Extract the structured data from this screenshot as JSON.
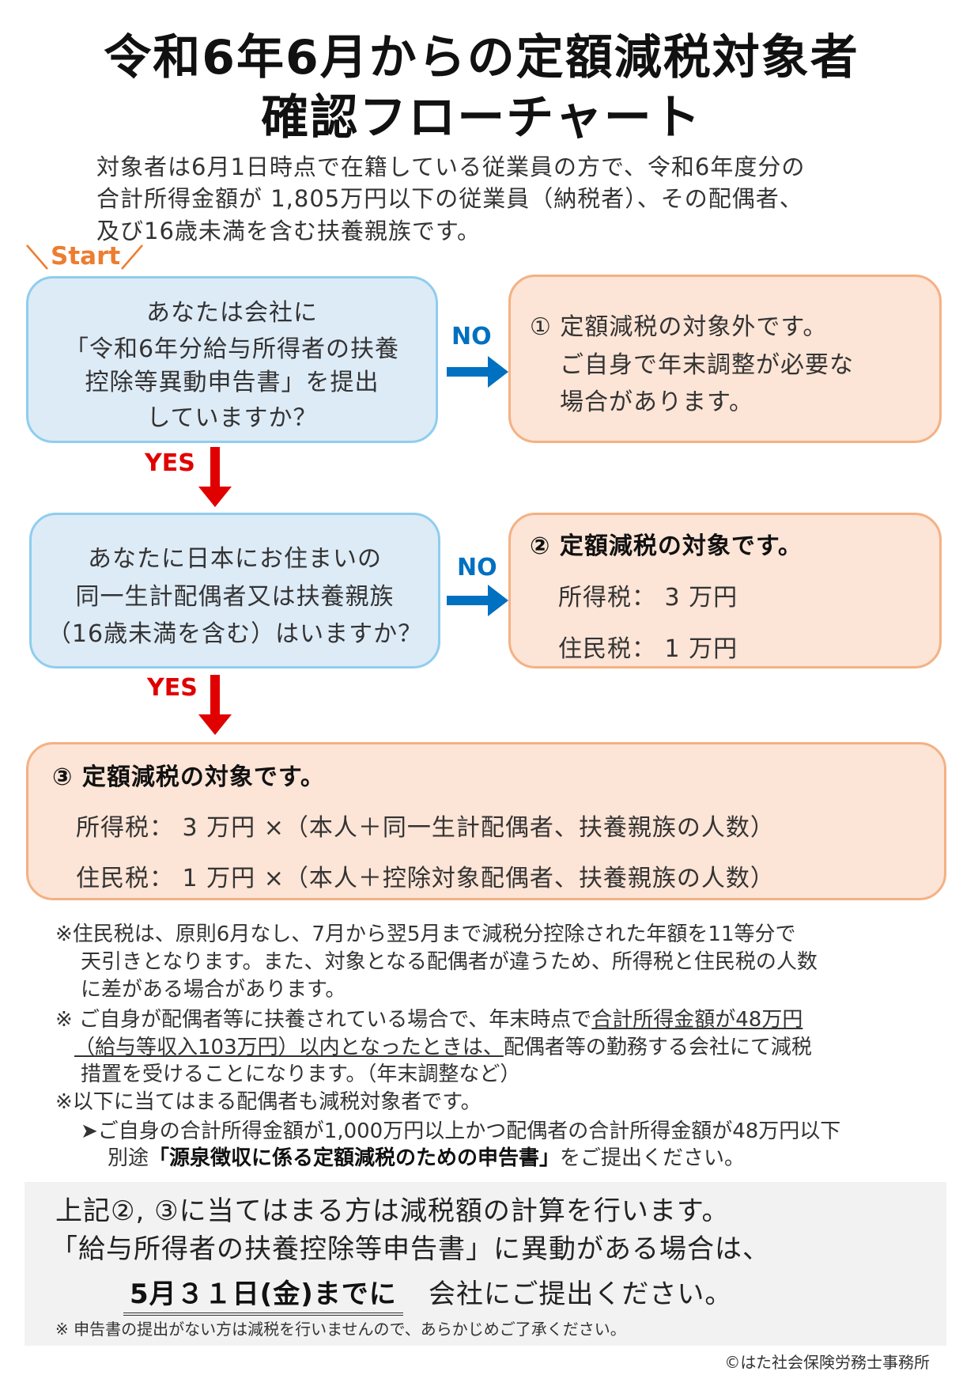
{
  "title": {
    "line1": "令和6年6月からの定額減税対象者",
    "line2": "確認フローチャート"
  },
  "intro": [
    "対象者は6月1日時点で在籍している従業員の方で、令和6年度分の",
    "合計所得金額が 1,805万円以下の従業員（納税者）、その配偶者、",
    "及び16歳未満を含む扶養親族です。"
  ],
  "start_label": "Start",
  "q1": [
    "あなたは会社に",
    "「令和6年分給与所得者の扶養",
    "控除等異動申告書」を提出",
    "していますか？"
  ],
  "q2": [
    "あなたに日本にお住まいの",
    "同一生計配偶者又は扶養親族",
    "（16歳未満を含む）はいますか？"
  ],
  "no_label": "NO",
  "yes_label": "YES",
  "r1": [
    "① 定額減税の対象外です。",
    "ご自身で年末調整が必要な",
    "場合があります。"
  ],
  "r2": {
    "title": "② 定額減税の対象です。",
    "income": "所得税： 3 万円",
    "resident": "住民税： 1 万円"
  },
  "r3": {
    "title": "③ 定額減税の対象です。",
    "income": "所得税： 3 万円 ×（本人＋同一生計配偶者、扶養親族の人数）",
    "resident": "住民税： 1 万円 ×（本人＋控除対象配偶者、扶養親族の人数）"
  },
  "notes": {
    "n1": [
      "※住民税は、原則6月なし、7月から翌5月まで減税分控除された年額を11等分で",
      "天引きとなります。また、対象となる配偶者が違うため、所得税と住民税の人数",
      "に差がある場合があります。"
    ],
    "n2a": "※ ご自身が配偶者等に扶養されている場合で、年末時点で",
    "n2u1": "合計所得金額が48万円",
    "n2u2": "（給与等収入103万円）以内となったときは、",
    "n2b": "配偶者等の勤務する会社にて減税",
    "n2c": "措置を受けることになります。（年末調整など）",
    "n3": "※以下に当てはまる配偶者も減税対象者です。",
    "n4": "➤ご自身の合計所得金額が1,000万円以上かつ配偶者の合計所得金額が48万円以下",
    "n5a": "別途",
    "n5b": "「源泉徴収に係る定額減税のための申告書」",
    "n5c": "をご提出ください。"
  },
  "footer": {
    "l1": "上記②, ③に当てはまる方は減税額の計算を行います。",
    "l2": "「給与所得者の扶養控除等申告書」に異動がある場合は、",
    "deadline": "5月３１日(金)までに",
    "l3": "会社にご提出ください。",
    "small": "※ 申告書の提出がない方は減税を行いませんので、あらかじめご了承ください。"
  },
  "copyright": "©はた社会保険労務士事務所",
  "colors": {
    "blue_fill": "#ddebf7",
    "orange_fill": "#fce4d6",
    "no": "#0070c0",
    "yes": "#e00000",
    "start": "#ed7d31"
  }
}
